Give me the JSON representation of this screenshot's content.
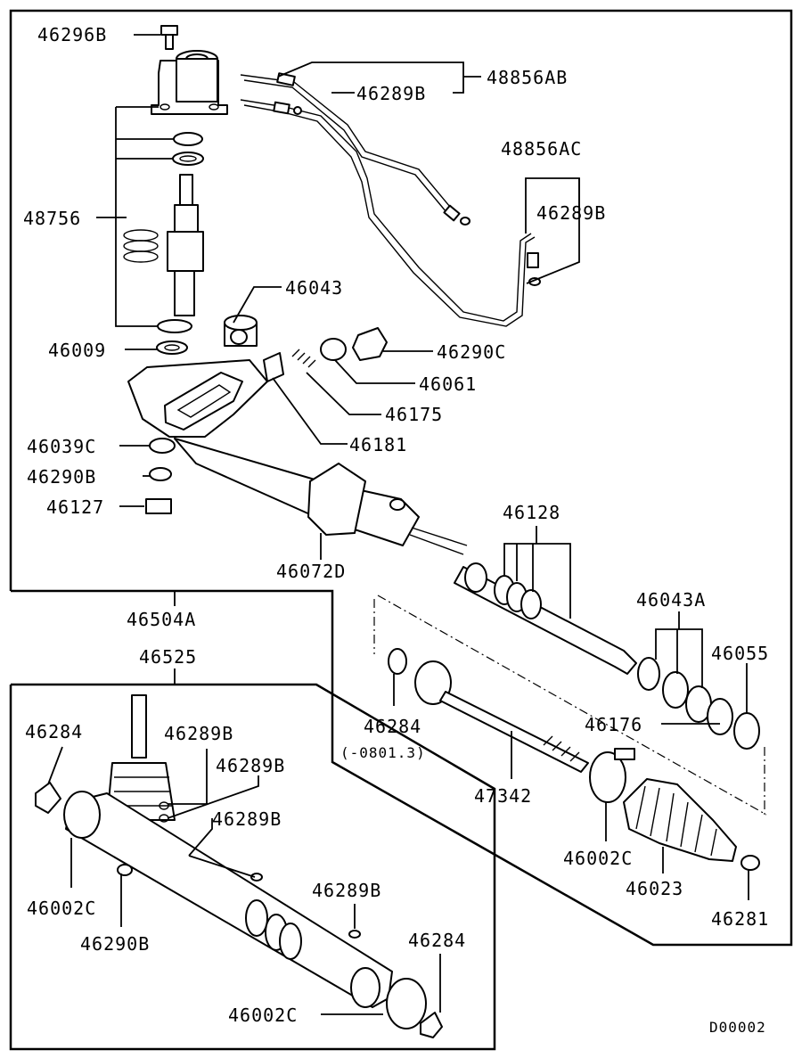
{
  "diagram_code": "D00002",
  "assemblies": [
    {
      "id": "46504A",
      "label": "46504A"
    },
    {
      "id": "46525",
      "label": "46525"
    }
  ],
  "callouts": {
    "c46296B": "46296B",
    "c48856AB": "48856AB",
    "c46289B_top": "46289B",
    "c48856AC": "48856AC",
    "c46289B_right": "46289B",
    "c48756": "48756",
    "c46043": "46043",
    "c46009": "46009",
    "c46290C": "46290C",
    "c46061": "46061",
    "c46175": "46175",
    "c46181": "46181",
    "c46039C": "46039C",
    "c46290B_upper": "46290B",
    "c46127": "46127",
    "c46072D": "46072D",
    "c46128": "46128",
    "c46043A": "46043A",
    "c46055": "46055",
    "c46504A": "46504A",
    "c46525": "46525",
    "c46284_mid": "46284",
    "c0801": "(-0801.3)",
    "c46176": "46176",
    "c47342": "47342",
    "c46002C_right": "46002C",
    "c46023": "46023",
    "c46281": "46281",
    "c46284_left": "46284",
    "c46289B_a": "46289B",
    "c46289B_b": "46289B",
    "c46289B_c": "46289B",
    "c46289B_d": "46289B",
    "c46002C_left": "46002C",
    "c46290B_lower": "46290B",
    "c46284_lower": "46284",
    "c46002C_bottom": "46002C"
  }
}
